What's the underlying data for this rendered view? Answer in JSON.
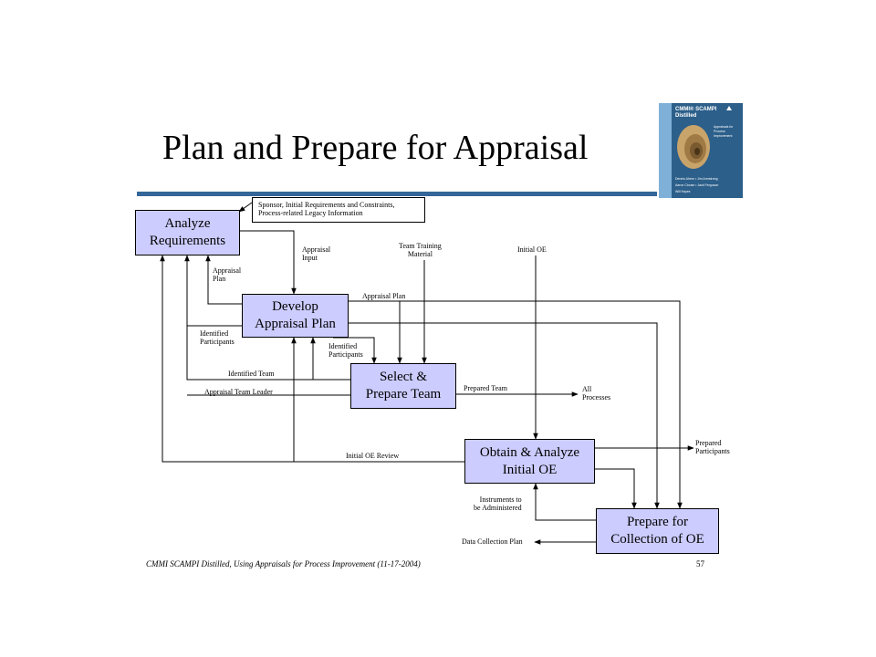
{
  "slide": {
    "title": "Plan and Prepare for Appraisal",
    "footer_left": "CMMI SCAMPI Distilled, Using Appraisals for Process Improvement  (11-17-2004)",
    "page_number": "57"
  },
  "colors": {
    "box_fill": "#ccccff",
    "accent_rule": "#336699",
    "book_cover": "#2c5f8a"
  },
  "book_cover": {
    "title_line1": "CMMI® SCAMPI",
    "title_line2": "Distilled",
    "subtitle": "Appraisals for Process Improvement",
    "authors_line1": "Dennis Ahern • Jim Armstrong",
    "authors_line2": "Aaron Clouse • Jack Ferguson",
    "authors_line3": "Will Hayes",
    "logo_icon": "publisher-logo-icon"
  },
  "boxes": {
    "analyze": [
      "Analyze",
      "Requirements"
    ],
    "develop": [
      "Develop",
      "Appraisal Plan"
    ],
    "select": [
      "Select &",
      "Prepare Team"
    ],
    "obtain": [
      "Obtain & Analyze",
      "Initial OE"
    ],
    "prepare": [
      "Prepare for",
      "Collection of OE"
    ]
  },
  "labels": {
    "sponsor": [
      "Sponsor, Initial Requirements and Constraints,",
      "Process-related Legacy Information"
    ],
    "appraisal_input": [
      "Appraisal",
      "Input"
    ],
    "team_training": [
      "Team Training",
      "Material"
    ],
    "initial_oe": "Initial OE",
    "appraisal_plan_left": [
      "Appraisal",
      "Plan"
    ],
    "appraisal_plan_top": "Appraisal Plan",
    "identified_participants_left": [
      "Identified",
      "Participants"
    ],
    "identified_participants_right": [
      "Identified",
      "Participants"
    ],
    "identified_team": "Identified Team",
    "appraisal_team_leader": "Appraisal Team Leader",
    "prepared_team": "Prepared Team",
    "all_processes": [
      "All",
      "Processes"
    ],
    "initial_oe_review": "Initial OE Review",
    "prepared_participants": [
      "Prepared",
      "Participants"
    ],
    "instruments": [
      "Instruments to",
      "be Administered"
    ],
    "data_collection_plan": "Data Collection Plan"
  }
}
